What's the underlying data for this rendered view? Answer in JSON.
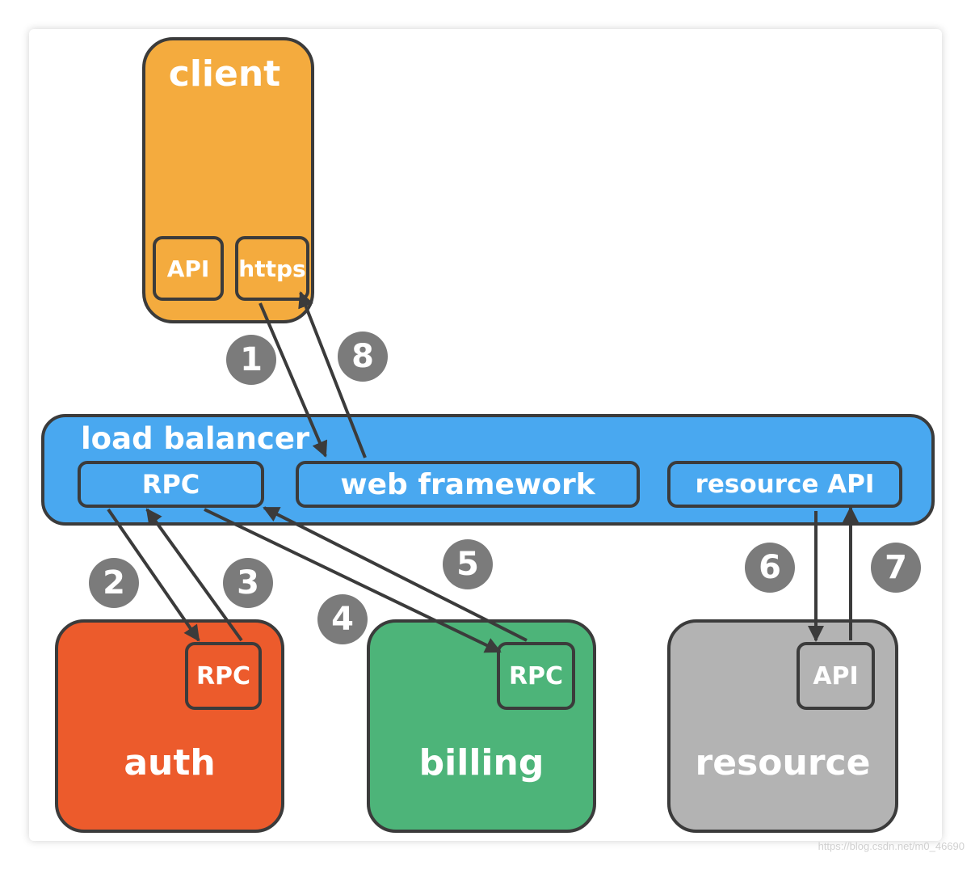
{
  "nodes": {
    "client": {
      "label": "client",
      "color": "#f4ab3e"
    },
    "client_api": {
      "label": "API"
    },
    "client_https": {
      "label": "https"
    },
    "load_balancer": {
      "label": "load balancer",
      "color": "#49a8f0"
    },
    "lb_rpc": {
      "label": "RPC"
    },
    "lb_web_framework": {
      "label": "web framework"
    },
    "lb_resource_api": {
      "label": "resource API"
    },
    "auth": {
      "label": "auth",
      "color": "#ec5b2c"
    },
    "auth_rpc": {
      "label": "RPC"
    },
    "billing": {
      "label": "billing",
      "color": "#4db479"
    },
    "billing_rpc": {
      "label": "RPC"
    },
    "resource": {
      "label": "resource",
      "color": "#b3b3b3"
    },
    "resource_api": {
      "label": "API"
    }
  },
  "steps": [
    "1",
    "2",
    "3",
    "4",
    "5",
    "6",
    "7",
    "8"
  ],
  "edges": [
    {
      "step": "1",
      "from": "https",
      "to": "web framework"
    },
    {
      "step": "2",
      "from": "RPC (load balancer)",
      "to": "RPC (auth)"
    },
    {
      "step": "3",
      "from": "RPC (auth)",
      "to": "RPC (load balancer)"
    },
    {
      "step": "4",
      "from": "RPC (load balancer)",
      "to": "RPC (billing)"
    },
    {
      "step": "5",
      "from": "RPC (billing)",
      "to": "RPC (load balancer)"
    },
    {
      "step": "6",
      "from": "resource API",
      "to": "API (resource)"
    },
    {
      "step": "7",
      "from": "API (resource)",
      "to": "resource API"
    },
    {
      "step": "8",
      "from": "web framework",
      "to": "https"
    }
  ],
  "colors": {
    "stroke": "#3b3b3b",
    "step_badge": "#7b7b7b"
  },
  "watermark": "https://blog.csdn.net/m0_46690"
}
